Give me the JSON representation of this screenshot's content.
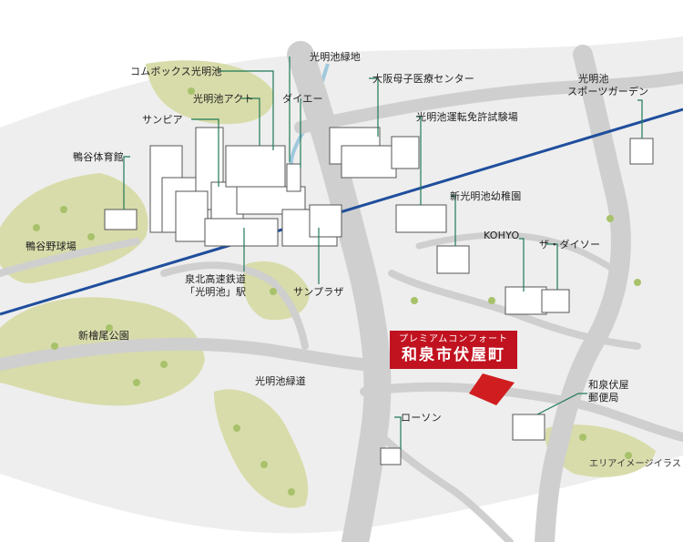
{
  "labels": {
    "commbox": "コムボックス光明池",
    "koumyoike_green": "光明池緑地",
    "act": "光明池アクト",
    "daiei": "ダイエー",
    "sunpia": "サンピア",
    "osaka_hospital": "大阪母子医療センター",
    "sports_garden_1": "光明池",
    "sports_garden_2": "スポーツガーデン",
    "driving_center": "光明池運転免許試験場",
    "shizutani_gym": "鴨谷体育館",
    "kindergarten": "新光明池幼稚園",
    "kohyo": "KOHYO",
    "daiso": "ザ・ダイソー",
    "shizutani_ballpark": "鴨谷野球場",
    "station_line1": "泉北高速鉄道",
    "station_line2": "「光明池」駅",
    "sunplaza": "サンプラザ",
    "park": "新檜尾公園",
    "greenway": "光明池緑道",
    "post_1": "和泉伏屋",
    "post_2": "郵便局",
    "lawson": "ローソン",
    "image_note": "エリアイメージイラスト"
  },
  "property": {
    "brand": "プレミアムコンフォート",
    "name": "和泉市伏屋町"
  },
  "colors": {
    "background": "#ffffff",
    "land": "#eeeeee",
    "road": "#cfcfcf",
    "park": "#d8dcaa",
    "railway": "#1f4e9c",
    "river": "#9fc8de",
    "leader_line": "#1f7a55",
    "property": "#d01e20",
    "badge": "#c1121f"
  }
}
